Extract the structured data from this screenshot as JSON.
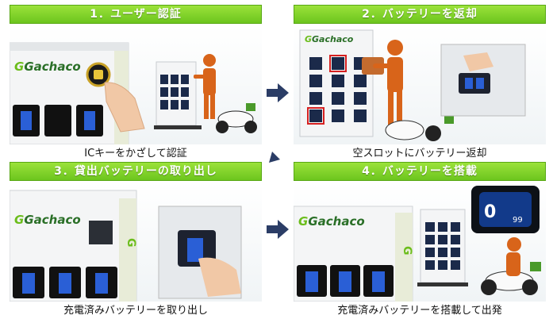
{
  "colors": {
    "header_green": "#7bd42a",
    "arrow_navy": "#2b3d66",
    "brand_green": "#6bbd1b",
    "person_orange": "#d8641a"
  },
  "steps": [
    {
      "header": "1．ユーザー認証",
      "caption": "ICキーをかざして認証",
      "logo": "Gachaco"
    },
    {
      "header": "2．バッテリーを返却",
      "caption": "空スロットにバッテリー返却",
      "logo": "Gachaco"
    },
    {
      "header": "3．貸出バッテリーの取り出し",
      "caption": "充電済みバッテリーを取り出し",
      "logo": "Gachaco"
    },
    {
      "header": "4．バッテリーを搭載",
      "caption": "充電済みバッテリーを搭載して出発",
      "logo": "Gachaco",
      "meter_reading": "99"
    }
  ],
  "icons": [
    "right-arrow-icon",
    "down-left-arrow-icon",
    "right-arrow-icon"
  ]
}
